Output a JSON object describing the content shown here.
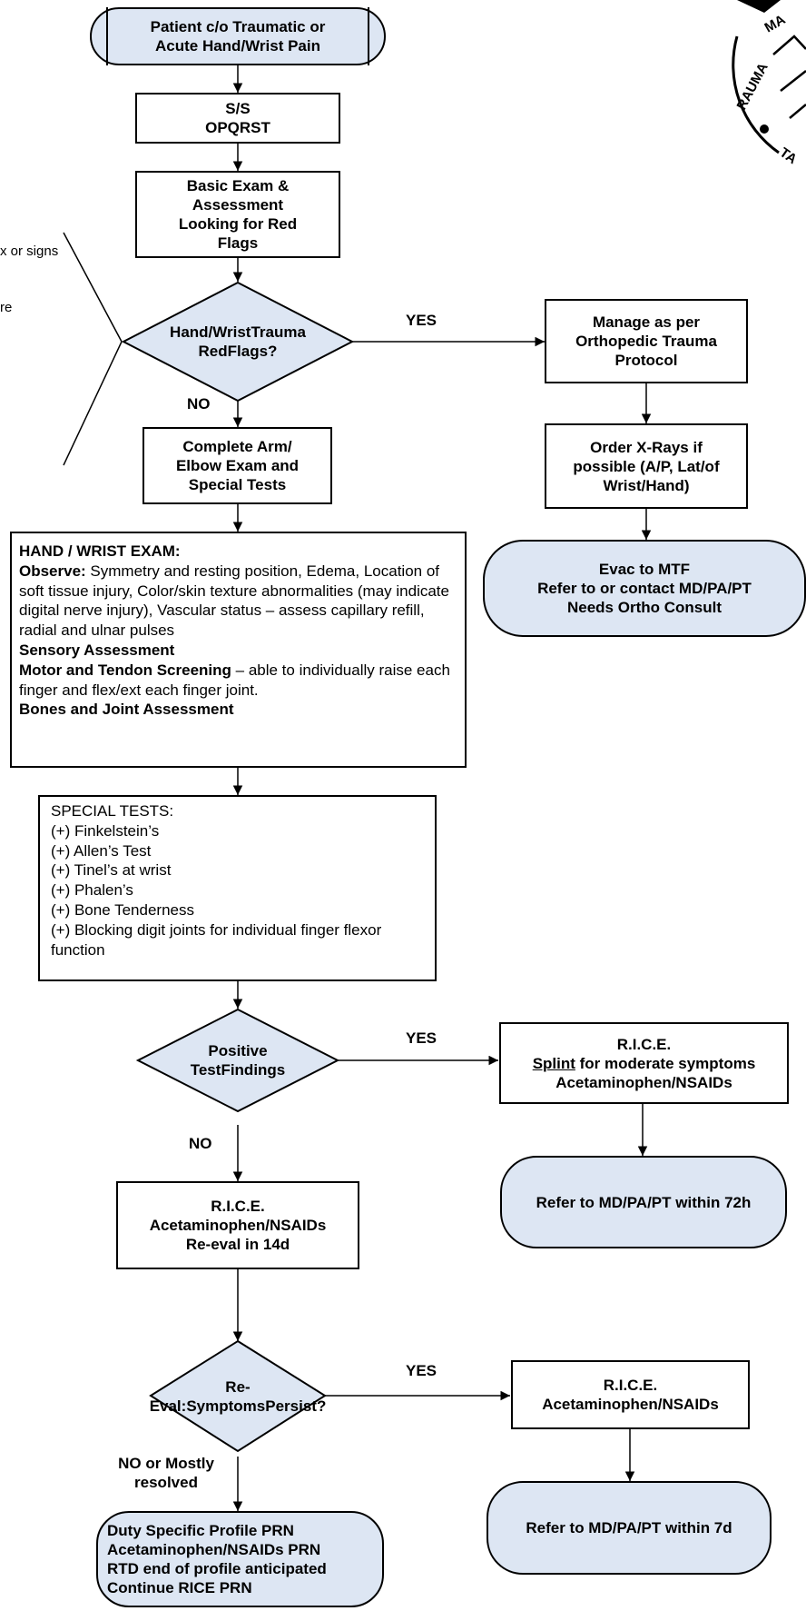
{
  "nodes": {
    "start": [
      "Patient c/o Traumatic or",
      "Acute Hand/Wrist Pain"
    ],
    "ss": [
      "S/S",
      "OPQRST"
    ],
    "basic_exam": [
      "Basic Exam &",
      "Assessment",
      "Looking for Red",
      "Flags"
    ],
    "red_flags": [
      "Hand/Wrist",
      "Trauma Red",
      "Flags?"
    ],
    "arm_exam": [
      "Complete Arm/",
      "Elbow Exam and",
      "Special Tests"
    ],
    "manage": [
      "Manage as per",
      "Orthopedic Trauma",
      "Protocol"
    ],
    "xrays": [
      "Order X-Rays if",
      "possible (A/P, Lat/of",
      "Wrist/Hand)"
    ],
    "evac": [
      "Evac to MTF",
      "Refer to or contact MD/PA/PT",
      "Needs Ortho Consult"
    ],
    "positive": [
      "Positive Test",
      "Findings"
    ],
    "rice_splint": {
      "l1": "R.I.C.E.",
      "splint": "Splint",
      "splint_rest": " for moderate symptoms",
      "l3": "Acetaminophen/NSAIDs"
    },
    "refer_72": [
      "Refer to MD/PA/PT within 72h"
    ],
    "rice_reeval": [
      "R.I.C.E.",
      "Acetaminophen/NSAIDs",
      "Re-eval in 14d"
    ],
    "reeval": [
      "Re-Eval:",
      "Symptoms",
      "Persist?"
    ],
    "rice_yes": [
      "R.I.C.E.",
      "Acetaminophen/NSAIDs"
    ],
    "refer_7d": [
      "Refer to MD/PA/PT within 7d"
    ],
    "duty": [
      "Duty Specific Profile PRN",
      "Acetaminophen/NSAIDs PRN",
      "RTD end of profile anticipated",
      "Continue RICE PRN"
    ]
  },
  "hand_exam": {
    "title": "HAND / WRIST EXAM:",
    "observe_label": "Observe:",
    "observe_text": " Symmetry and resting position, Edema, Location of soft tissue injury, Color/skin texture abnormalities (may indicate digital nerve injury), Vascular status – assess capillary refill, radial and ulnar pulses",
    "sensory": "Sensory Assessment",
    "motor_label": "Motor and Tendon Screening",
    "motor_text": " – able to individually raise each finger and flex/ext each finger joint.",
    "bones": "Bones and Joint Assessment"
  },
  "special_tests": {
    "title": "SPECIAL TESTS:",
    "items": [
      "(+) Finkelstein’s",
      "(+) Allen’s Test",
      "(+) Tinel’s at wrist",
      "(+) Phalen’s",
      "(+) Bone Tenderness",
      "(+) Blocking digit joints for individual finger flexor function"
    ]
  },
  "labels": {
    "yes1": "YES",
    "no1": "NO",
    "yes2": "YES",
    "no2": "NO",
    "yes3": "YES",
    "no3_l1": "NO or",
    "no3_l2": "Mostly resolved"
  },
  "side_text": [
    "x or signs",
    "re"
  ],
  "logo": {
    "text_1": "RAUMA",
    "text_2": "MA",
    "text_3": "TA"
  },
  "colors": {
    "terminal_fill": "#dde6f3",
    "decision_fill": "#dde6f3",
    "line": "#000000"
  }
}
